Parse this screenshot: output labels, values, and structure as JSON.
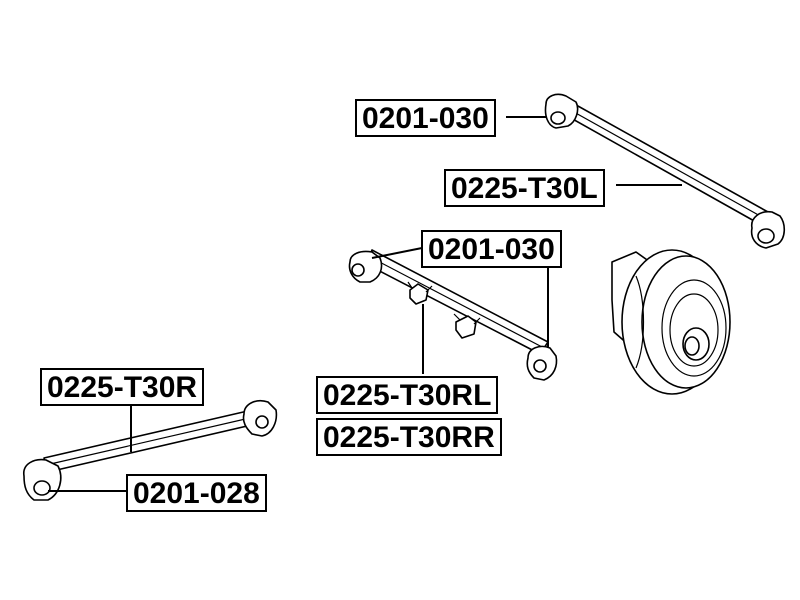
{
  "labels": {
    "top_right_bushing": "0201-030",
    "top_right_arm": "0225-T30L",
    "middle_bushing": "0201-030",
    "middle_arm_rl": "0225-T30RL",
    "middle_arm_rr": "0225-T30RR",
    "left_arm": "0225-T30R",
    "left_bushing": "0201-028"
  }
}
